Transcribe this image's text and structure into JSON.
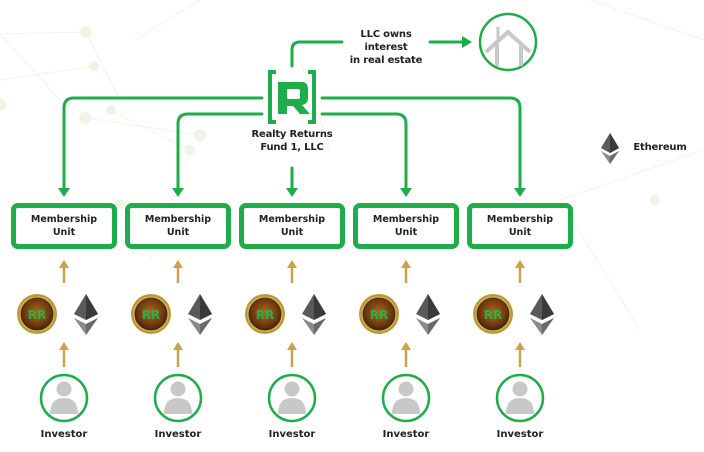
{
  "colors": {
    "green": "#1fac4a",
    "gold_arrow": "#c9a349",
    "gray_icon": "#c8c8c8",
    "text": "#222222",
    "background_network": "#eef5e4"
  },
  "fund": {
    "logo_letter": "R",
    "name_line1": "Realty Returns",
    "name_line2": "Fund 1, LLC",
    "icon": "realty-returns-logo-icon"
  },
  "real_estate": {
    "label_line1": "LLC owns interest",
    "label_line2": "in real estate",
    "icon": "house-icon"
  },
  "legend": {
    "icon": "ethereum-icon",
    "label": "Ethereum"
  },
  "columns": [
    {
      "unit_line1": "Membership",
      "unit_line2": "Unit",
      "token_icon": "rr-token-coin-icon",
      "token_text": "RR",
      "currency_icon": "ethereum-icon",
      "investor_label": "Investor"
    },
    {
      "unit_line1": "Membership",
      "unit_line2": "Unit",
      "token_icon": "rr-token-coin-icon",
      "token_text": "RR",
      "currency_icon": "ethereum-icon",
      "investor_label": "Investor"
    },
    {
      "unit_line1": "Membership",
      "unit_line2": "Unit",
      "token_icon": "rr-token-coin-icon",
      "token_text": "RR",
      "currency_icon": "ethereum-icon",
      "investor_label": "Investor"
    },
    {
      "unit_line1": "Membership",
      "unit_line2": "Unit",
      "token_icon": "rr-token-coin-icon",
      "token_text": "RR",
      "currency_icon": "ethereum-icon",
      "investor_label": "Investor"
    },
    {
      "unit_line1": "Membership",
      "unit_line2": "Unit",
      "token_icon": "rr-token-coin-icon",
      "token_text": "RR",
      "currency_icon": "ethereum-icon",
      "investor_label": "Investor"
    }
  ]
}
